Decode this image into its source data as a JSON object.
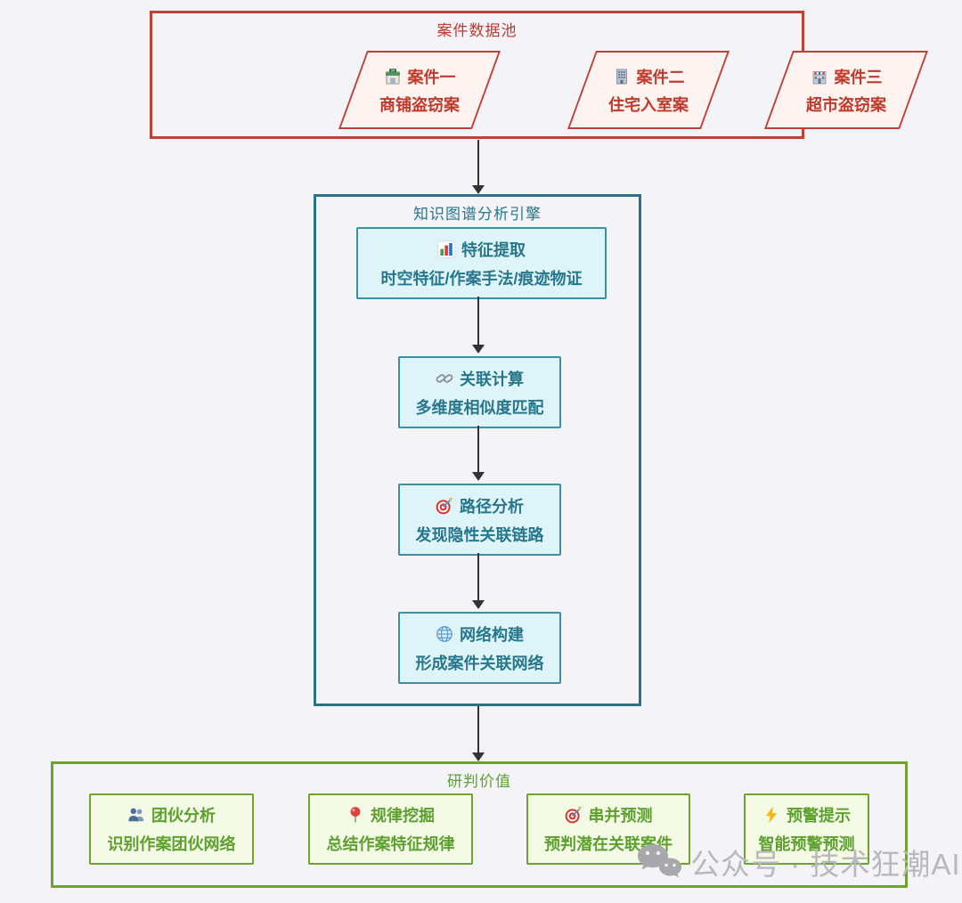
{
  "groups": {
    "pool": {
      "title": "案件数据池",
      "nodes": [
        {
          "icon": "convenience-store-icon",
          "line1": "案件一",
          "line2": "商铺盗窃案"
        },
        {
          "icon": "office-building-icon",
          "line1": "案件二",
          "line2": "住宅入室案"
        },
        {
          "icon": "department-store-icon",
          "line1": "案件三",
          "line2": "超市盗窃案"
        }
      ]
    },
    "engine": {
      "title": "知识图谱分析引擎",
      "nodes": [
        {
          "icon": "bar-chart-icon",
          "line1": "特征提取",
          "line2": "时空特征/作案手法/痕迹物证"
        },
        {
          "icon": "link-icon",
          "line1": "关联计算",
          "line2": "多维度相似度匹配"
        },
        {
          "icon": "dart-icon",
          "line1": "路径分析",
          "line2": "发现隐性关联链路"
        },
        {
          "icon": "globe-icon",
          "line1": "网络构建",
          "line2": "形成案件关联网络"
        }
      ]
    },
    "value": {
      "title": "研判价值",
      "nodes": [
        {
          "icon": "people-icon",
          "line1": "团伙分析",
          "line2": "识别作案团伙网络"
        },
        {
          "icon": "pushpin-icon",
          "line1": "规律挖掘",
          "line2": "总结作案特征规律"
        },
        {
          "icon": "dart-icon",
          "line1": "串并预测",
          "line2": "预判潜在关联案件"
        },
        {
          "icon": "lightning-icon",
          "line1": "预警提示",
          "line2": "智能预警预测"
        }
      ]
    }
  },
  "watermark": {
    "icon": "wechat-icon",
    "text": "公众号 · 技术狂潮AI"
  },
  "colors": {
    "background": "#f3f3f8",
    "pool_border": "#bf4136",
    "pool_fill": "#fdf3f1",
    "pool_text": "#c0392b",
    "engine_border": "#2c7286",
    "engine_box_border": "#3b8fa3",
    "engine_fill": "#dff4f9",
    "engine_text": "#27778c",
    "value_border": "#6ea32f",
    "value_fill": "#f4fae6",
    "value_text": "#5ca12d",
    "arrow": "#333333",
    "watermark_text": "#b9b9bd"
  }
}
